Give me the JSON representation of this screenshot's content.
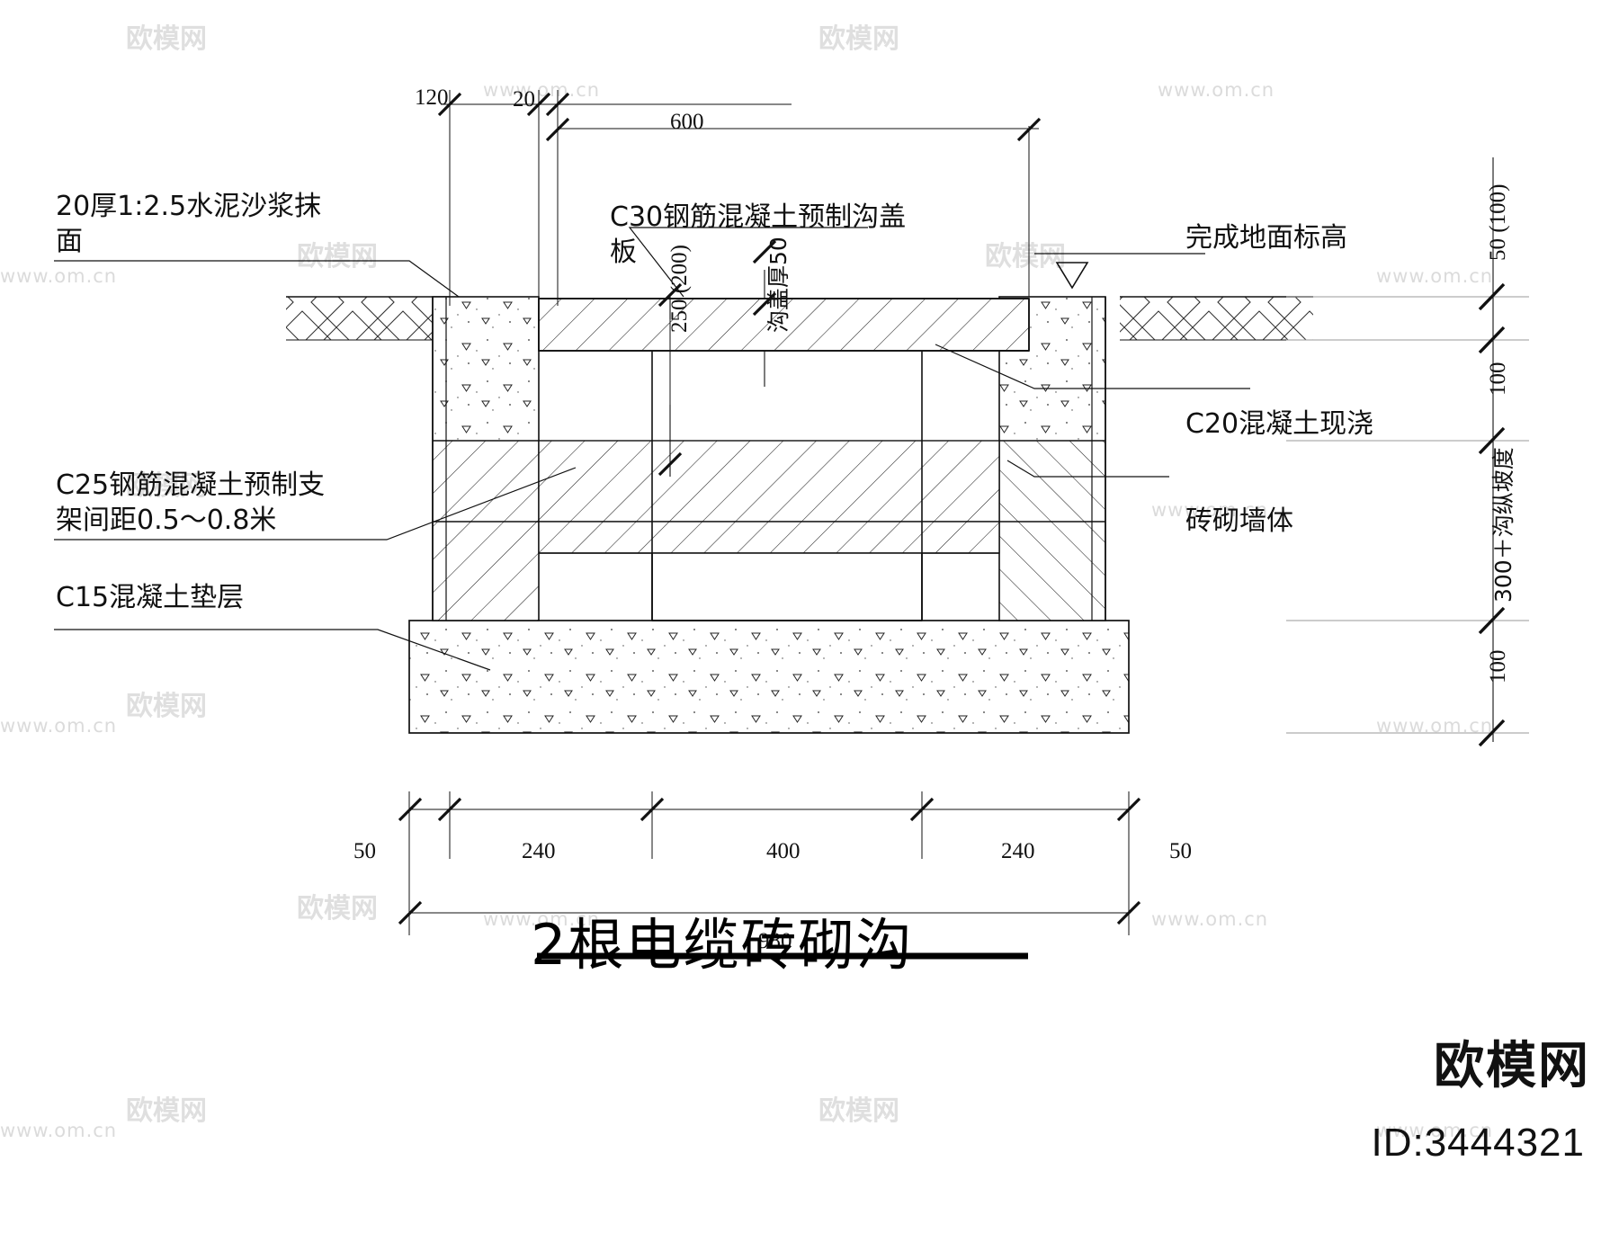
{
  "drawing": {
    "title": "2根电缆砖砌沟",
    "type": "cable trench masonry section detail"
  },
  "notes_left": [
    {
      "id": "render-note",
      "text": "20厚1:2.5水泥沙浆抹\n面"
    },
    {
      "id": "bracket-note",
      "text": "C25钢筋混凝土预制支\n架间距0.5～0.8米"
    },
    {
      "id": "cushion-note",
      "text": "C15混凝土垫层"
    }
  ],
  "notes_top": [
    {
      "id": "cover-slab-note",
      "text": "C30钢筋混凝土预制沟盖\n板"
    }
  ],
  "notes_right": [
    {
      "id": "finished-floor-note",
      "text": "完成地面标高"
    },
    {
      "id": "cast-concrete-note",
      "text": "C20混凝土现浇"
    },
    {
      "id": "brick-wall-note",
      "text": "砖砌墙体"
    }
  ],
  "dimensions_top": [
    {
      "id": "dim-120",
      "text": "120"
    },
    {
      "id": "dim-20",
      "text": "20"
    },
    {
      "id": "dim-600",
      "text": "600"
    }
  ],
  "dimensions_inner": [
    {
      "id": "dim-250-200",
      "text": "250 (200)"
    },
    {
      "id": "dim-cover-thk",
      "text": "沟盖厚50"
    }
  ],
  "dimensions_right": [
    {
      "id": "dim-50-100",
      "text": "50 (100)"
    },
    {
      "id": "dim-100-upper",
      "text": "100"
    },
    {
      "id": "dim-300-slope",
      "text": "300＋沟纵坡度"
    },
    {
      "id": "dim-100-lower",
      "text": "100"
    }
  ],
  "dimensions_bottom": [
    {
      "id": "dim-b-50-left",
      "text": "50"
    },
    {
      "id": "dim-b-240-left",
      "text": "240"
    },
    {
      "id": "dim-b-400",
      "text": "400"
    },
    {
      "id": "dim-b-240-right",
      "text": "240"
    },
    {
      "id": "dim-b-50-right",
      "text": "50"
    },
    {
      "id": "dim-b-total",
      "text": "980"
    }
  ],
  "watermarks": {
    "url": "www.om.cn",
    "brand_cn": "欧模网",
    "brand_big": "欧模网",
    "id_text": "ID:3444321"
  },
  "colors": {
    "ink": "#111111",
    "watermark": "#d4d4d4",
    "paper": "#ffffff"
  }
}
